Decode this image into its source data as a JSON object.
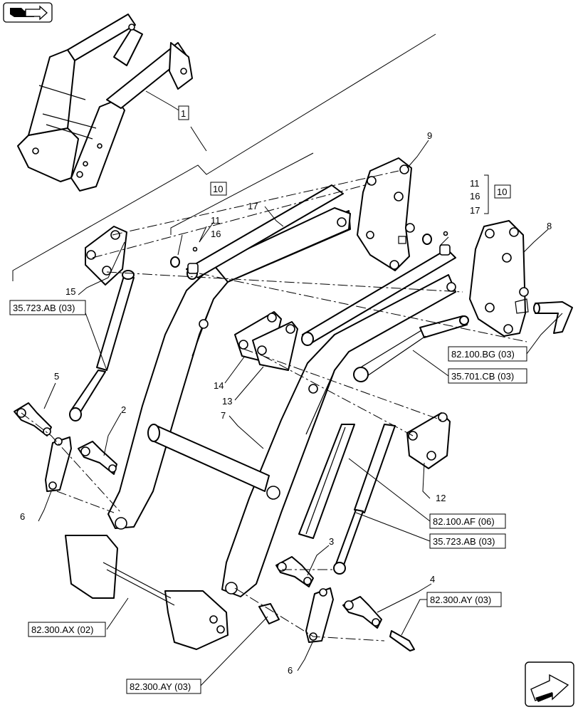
{
  "nav": {
    "top_icon": "book-arrow-icon",
    "bottom_icon": "next-page-arrow-icon"
  },
  "callouts": {
    "n1": "1",
    "n2": "2",
    "n3": "3",
    "n4": "4",
    "n5": "5",
    "n6a": "6",
    "n6b": "6",
    "n7": "7",
    "n8": "8",
    "n9": "9",
    "n10a": "10",
    "n10b": "10",
    "n11a": "11",
    "n11b": "11",
    "n12": "12",
    "n13": "13",
    "n14": "14",
    "n15": "15",
    "n16a": "16",
    "n16b": "16",
    "n17a": "17",
    "n17b": "17"
  },
  "refs": {
    "r_35723ab_left": "35.723.AB (03)",
    "r_82100bg": "82.100.BG (03)",
    "r_35701cb": "35.701.CB (03)",
    "r_82100af": "82.100.AF (06)",
    "r_35723ab_right": "35.723.AB (03)",
    "r_82300ay_right": "82.300.AY (03)",
    "r_82300ax": "82.300.AX (02)",
    "r_82300ay_bottom": "82.300.AY (03)"
  }
}
